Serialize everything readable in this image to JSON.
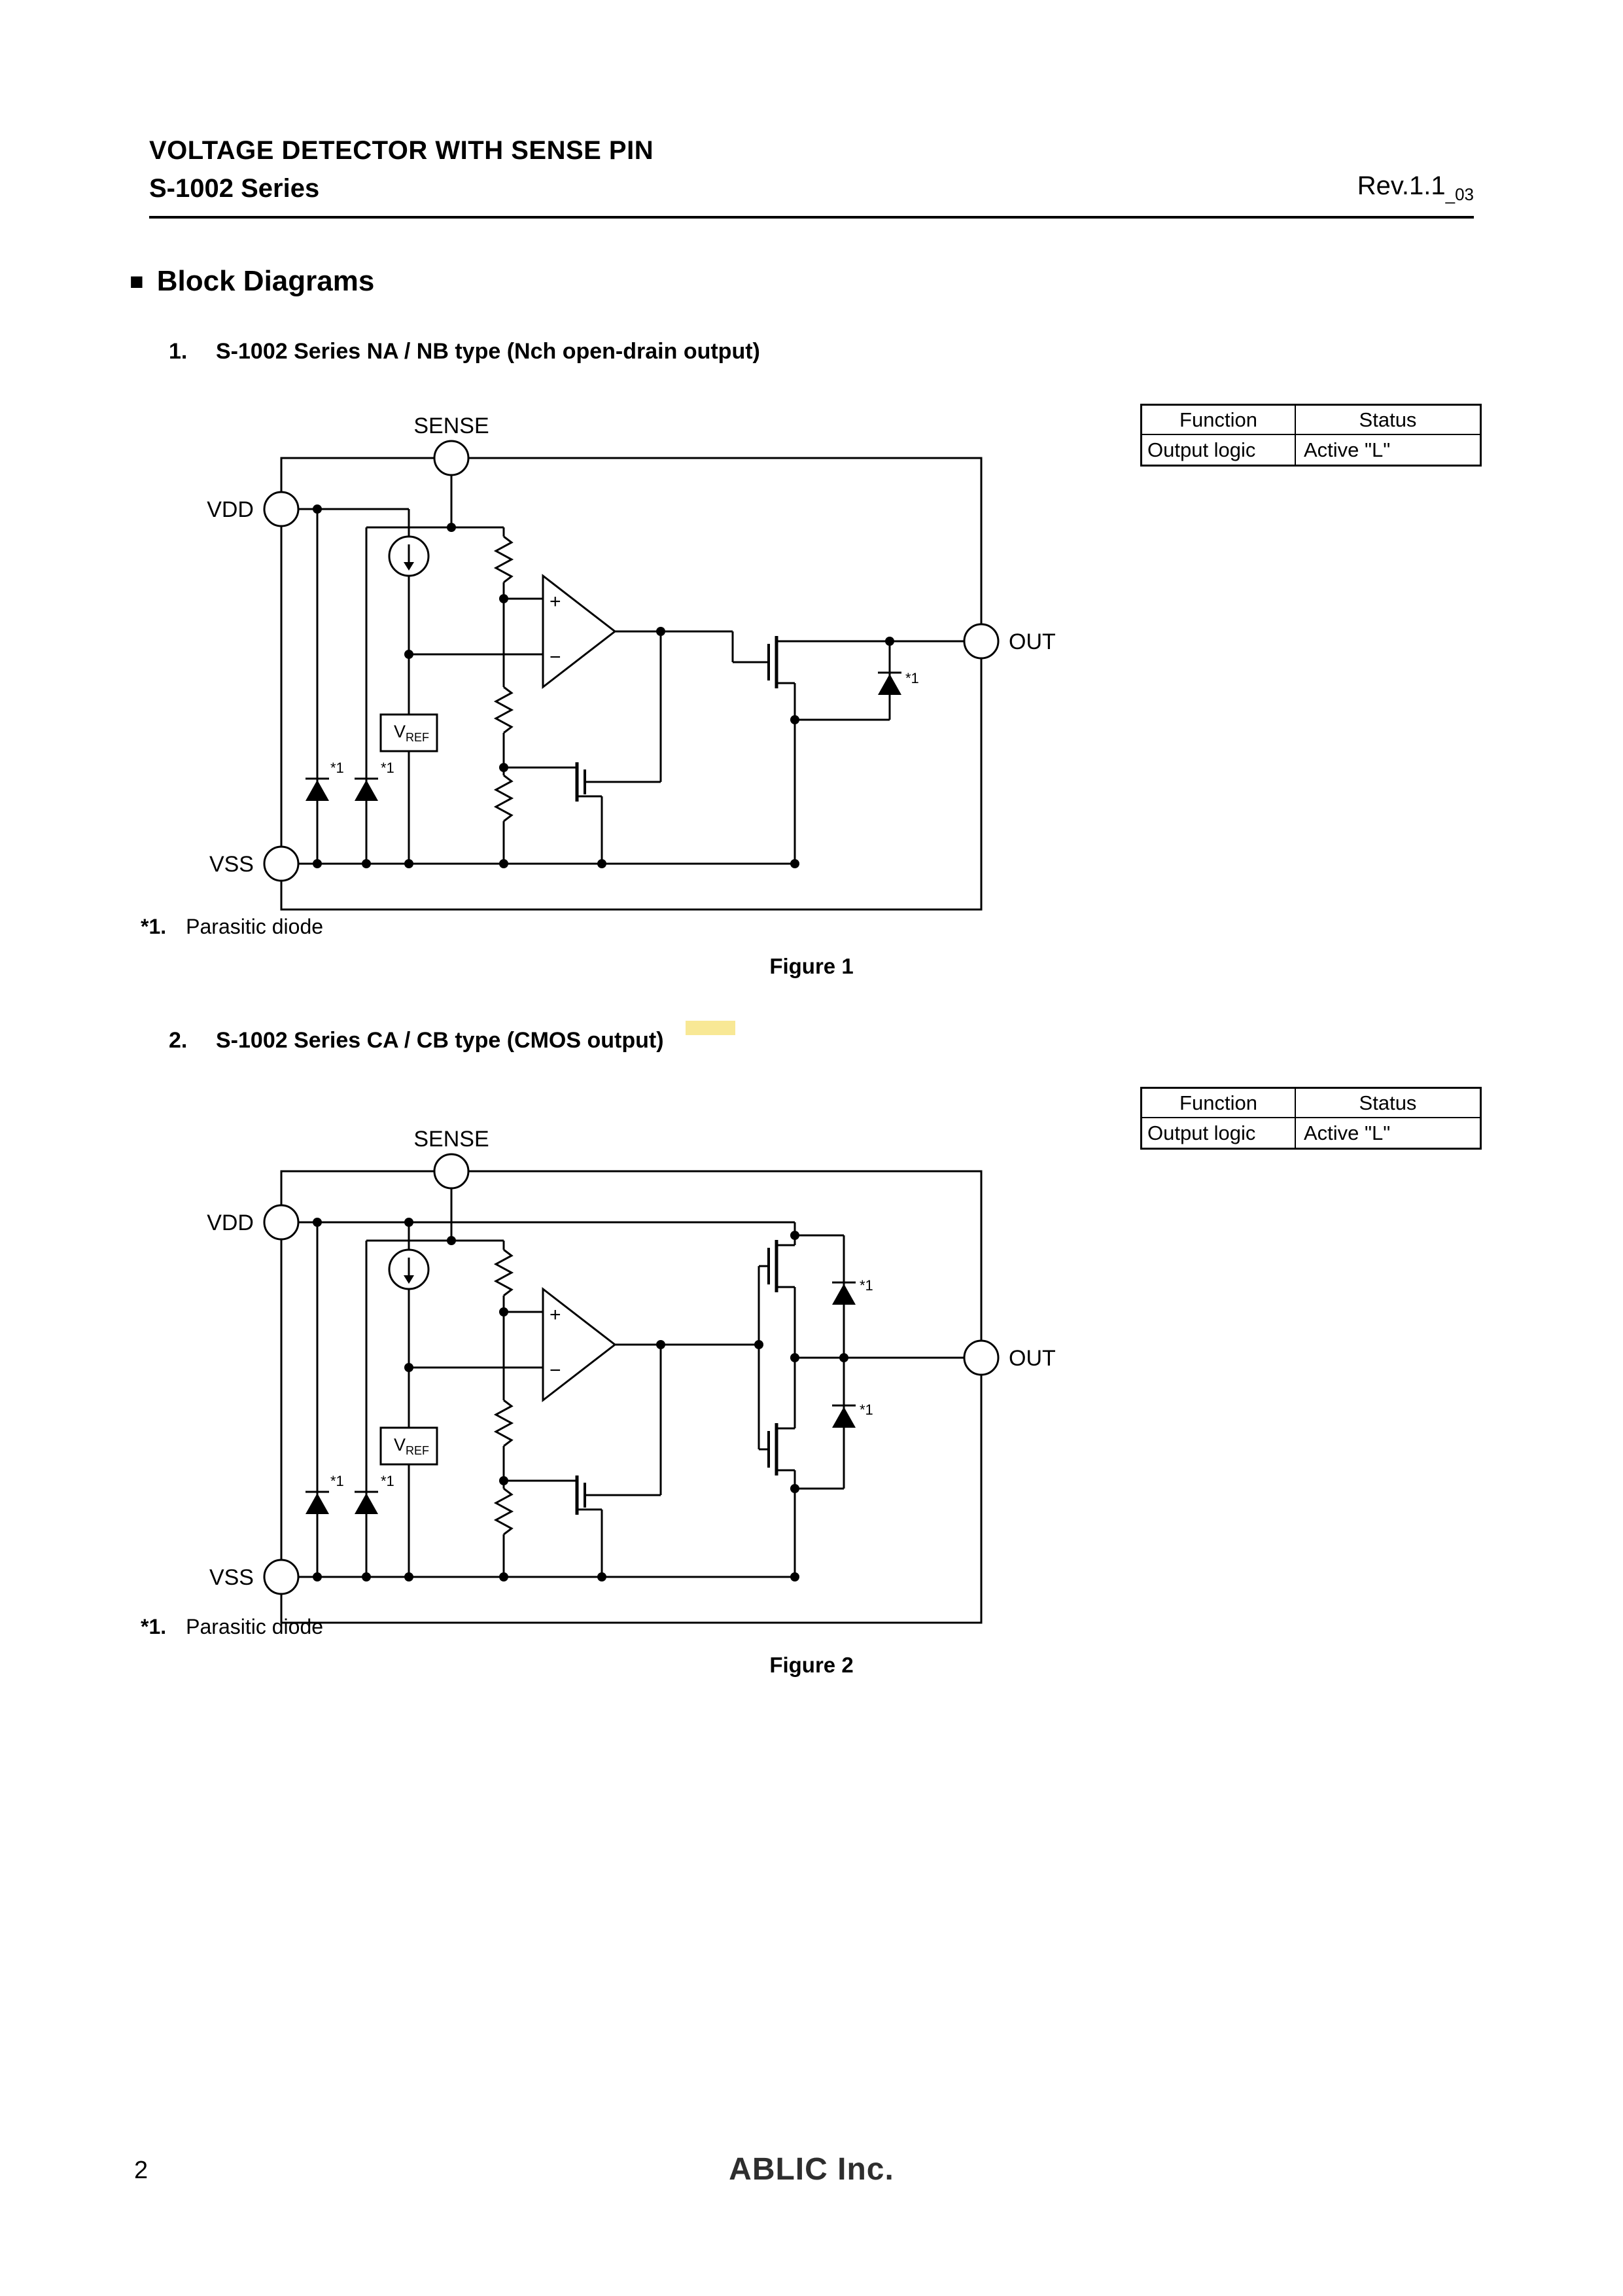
{
  "header": {
    "title": "VOLTAGE DETECTOR WITH SENSE PIN",
    "series": "S-1002 Series",
    "revision": "Rev.1.1",
    "revision_suffix": "_03"
  },
  "section": {
    "marker": "■",
    "title": "Block Diagrams"
  },
  "figures": [
    {
      "number": "1.",
      "heading": "S-1002 Series NA / NB type (Nch open-drain output)",
      "caption": "Figure 1",
      "note_ref": "*1.",
      "note_text": "Parasitic diode",
      "pins": {
        "sense": "SENSE",
        "vdd": "VDD",
        "vss": "VSS",
        "out": "OUT"
      },
      "labels": {
        "plus": "+",
        "minus": "−",
        "vref_v": "V",
        "vref_sub": "REF",
        "star1_a": "*1",
        "star1_b": "*1",
        "star1_c": "*1"
      },
      "table": {
        "headers": [
          "Function",
          "Status"
        ],
        "rows": [
          [
            "Output logic",
            "Active \"L\""
          ]
        ]
      }
    },
    {
      "number": "2.",
      "heading": "S-1002 Series CA / CB type (CMOS output)",
      "caption": "Figure 2",
      "note_ref": "*1.",
      "note_text": "Parasitic diode",
      "pins": {
        "sense": "SENSE",
        "vdd": "VDD",
        "vss": "VSS",
        "out": "OUT"
      },
      "labels": {
        "plus": "+",
        "minus": "−",
        "vref_v": "V",
        "vref_sub": "REF",
        "star1_a": "*1",
        "star1_b": "*1",
        "star1_c": "*1",
        "star1_d": "*1"
      },
      "table": {
        "headers": [
          "Function",
          "Status"
        ],
        "rows": [
          [
            "Output logic",
            "Active \"L\""
          ]
        ]
      }
    }
  ],
  "footer": {
    "page_number": "2",
    "company": "ABLIC Inc."
  }
}
